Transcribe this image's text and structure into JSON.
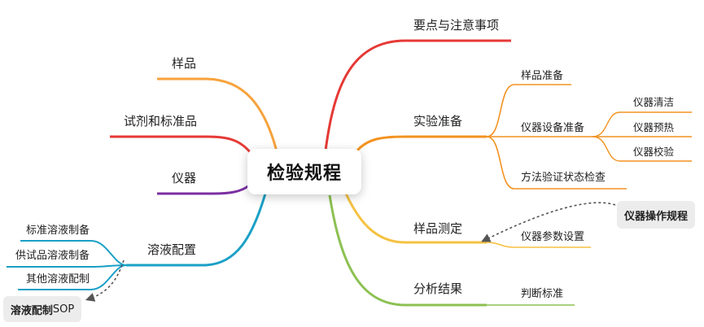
{
  "root": {
    "label": "检验规程"
  },
  "branches": {
    "key_points": {
      "label": "要点与注意事项",
      "color": "#e53935"
    },
    "sample": {
      "label": "样品",
      "color": "#f7a23b"
    },
    "reagents": {
      "label": "试剂和标准品",
      "color": "#e53935"
    },
    "instrument": {
      "label": "仪器",
      "color": "#7b2fa1"
    },
    "solution_prep": {
      "label": "溶液配置",
      "color": "#1aa0c6",
      "children": {
        "standard": {
          "label": "标准溶液制备"
        },
        "test": {
          "label": "供试品溶液制备"
        },
        "other": {
          "label": "其他溶液配制"
        }
      }
    },
    "experiment_prep": {
      "label": "实验准备",
      "color": "#f39220",
      "children": {
        "sample_prep": {
          "label": "样品准备"
        },
        "equipment_prep": {
          "label": "仪器设备准备",
          "children": {
            "cleaning": {
              "label": "仪器清洁"
            },
            "preheat": {
              "label": "仪器预热"
            },
            "calibration": {
              "label": "仪器校验"
            }
          }
        },
        "method_check": {
          "label": "方法验证状态检查"
        }
      }
    },
    "sample_measurement": {
      "label": "样品测定",
      "color": "#f5c242",
      "children": {
        "param_setting": {
          "label": "仪器参数设置"
        }
      }
    },
    "analysis": {
      "label": "分析结果",
      "color": "#8cc152",
      "children": {
        "criteria": {
          "label": "判断标准"
        }
      }
    }
  },
  "callouts": {
    "instrument_ops": {
      "label": "仪器操作规程"
    },
    "solution_sop_a": {
      "label": "溶液配制"
    },
    "solution_sop_b": {
      "label": "SOP"
    }
  }
}
